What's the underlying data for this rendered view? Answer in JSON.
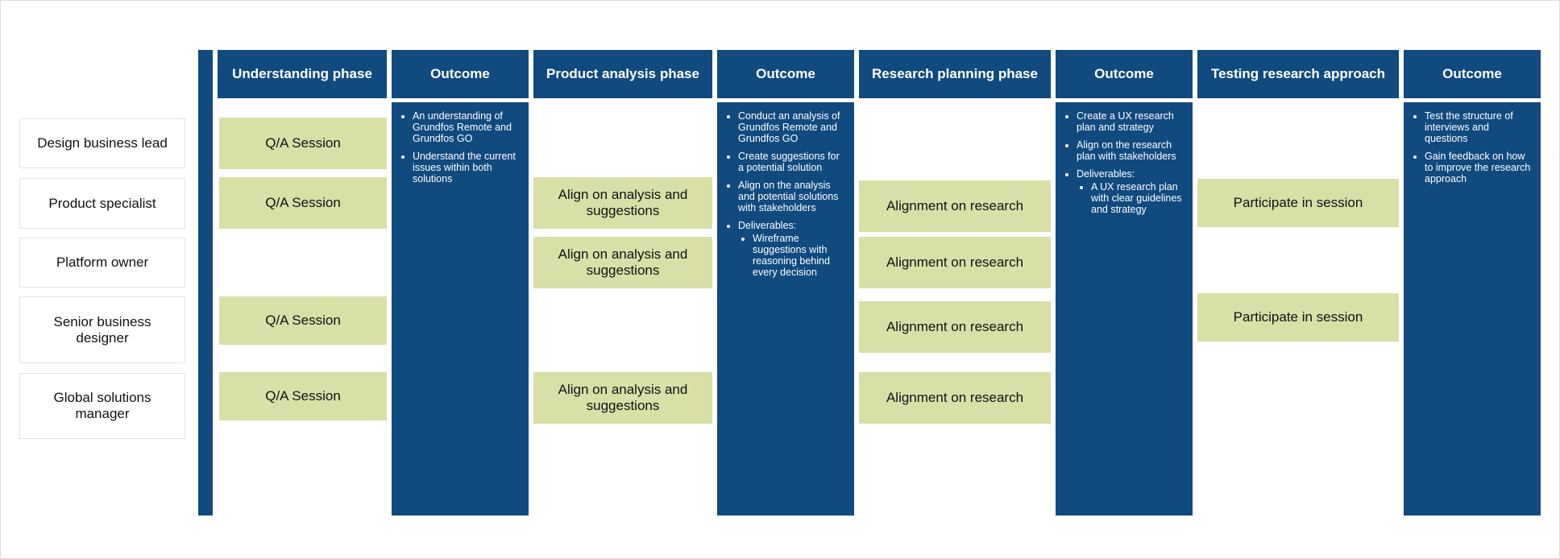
{
  "colors": {
    "primary": "#114a7e",
    "card": "#d8e0a8",
    "role_border": "#e2e2e2"
  },
  "roles": [
    "Design business lead",
    "Product specialist",
    "Platform owner",
    "Senior business designer",
    "Global solutions manager"
  ],
  "columns": {
    "understanding": "Understanding phase",
    "outcome_1": "Outcome",
    "product_analysis": "Product analysis phase",
    "outcome_2": "Outcome",
    "research_planning": "Research planning phase",
    "outcome_3": "Outcome",
    "testing": "Testing research approach",
    "outcome_4": "Outcome"
  },
  "outcomes": {
    "o1": [
      "An understanding of Grundfos Remote and Grundfos GO",
      "Understand the current issues within both solutions"
    ],
    "o2": [
      "Conduct an analysis of Grundfos Remote and Grundfos GO",
      "Create suggestions for a potential solution",
      "Align on the analysis and potential solutions with stakeholders",
      "Deliverables:"
    ],
    "o2_sub": [
      "Wireframe suggestions with reasoning behind every decision"
    ],
    "o3": [
      "Create a UX research plan and strategy",
      "Align on the research plan with stakeholders",
      "Deliverables:"
    ],
    "o3_sub": [
      "A UX research plan with clear guidelines and strategy"
    ],
    "o4": [
      "Test the structure of interviews and questions",
      "Gain feedback on how to improve the research approach"
    ]
  },
  "cards": {
    "qa": "Q/A Session",
    "align_analysis": "Align on analysis and suggestions",
    "align_research": "Alignment on research",
    "participate": "Participate in session"
  }
}
